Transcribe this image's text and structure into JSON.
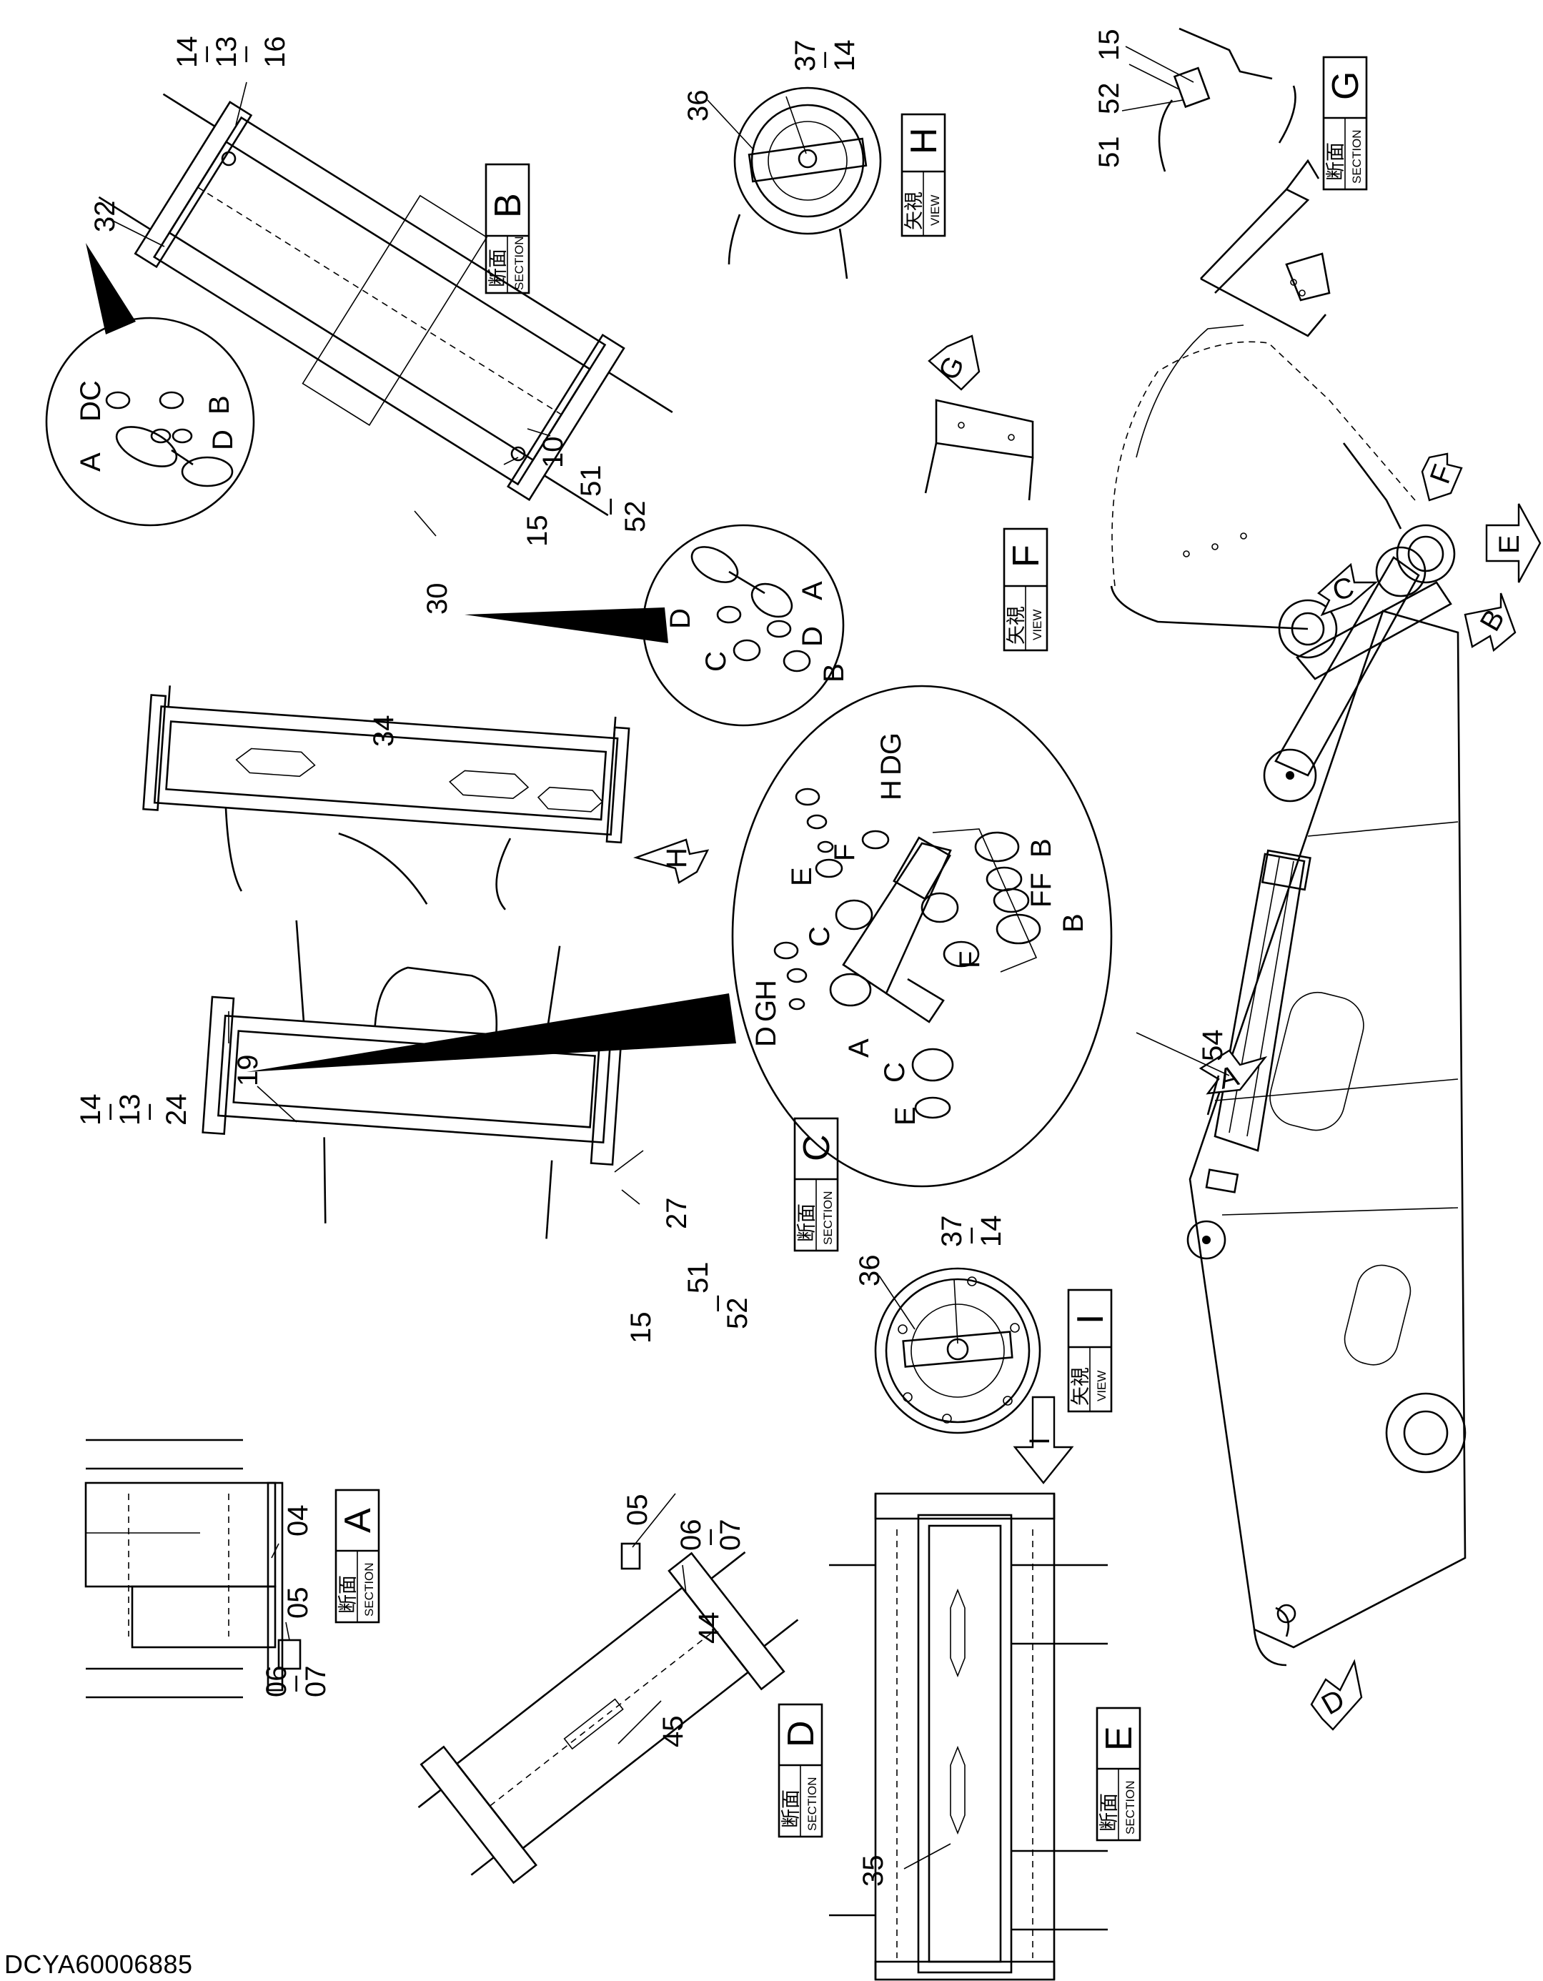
{
  "drawing_code": "DCYA60006885",
  "section_word_jp": "断面",
  "section_word_en": "SECTION",
  "view_word_jp": "矢視",
  "view_word_en": "VIEW",
  "sections": {
    "A": "A",
    "B": "B",
    "C": "C",
    "D": "D",
    "E": "E",
    "G": "G"
  },
  "views": {
    "F": "F",
    "H": "H",
    "I": "I"
  },
  "part_numbers": {
    "p04": "04",
    "p05": "05",
    "p06": "06",
    "p07": "07",
    "p10": "10",
    "p13": "13",
    "p14": "14",
    "p15": "15",
    "p16": "16",
    "p19": "19",
    "p24": "24",
    "p27": "27",
    "p30": "30",
    "p32": "32",
    "p34": "34",
    "p35": "35",
    "p36": "36",
    "p37": "37",
    "p44": "44",
    "p45": "45",
    "p51": "51",
    "p52": "52",
    "p54": "54"
  },
  "detail_letters": {
    "A": "A",
    "B": "B",
    "C": "C",
    "D": "D",
    "E": "E",
    "F": "F",
    "G": "G",
    "H": "H",
    "DC": "DC",
    "DG": "DG",
    "FF": "FF"
  },
  "separator": "–"
}
